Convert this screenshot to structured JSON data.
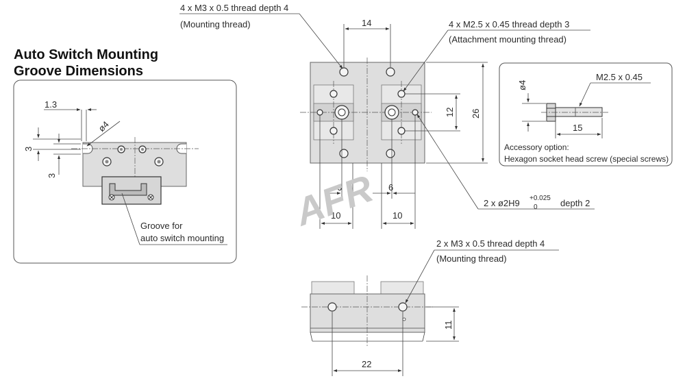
{
  "title": {
    "line1": "Auto Switch Mounting",
    "line2": "Groove Dimensions"
  },
  "groove_panel": {
    "dim_1_3": "1.3",
    "dim_d4": "ø4",
    "dim_3_upper": "3",
    "dim_3_lower": "3",
    "label_line1": "Groove for",
    "label_line2": "auto switch mounting"
  },
  "top_view": {
    "mounting_thread_line1": "4 x M3 x 0.5 thread depth 4",
    "mounting_thread_line2": "(Mounting thread)",
    "attach_thread_line1": "4 x M2.5 x 0.45 thread depth 3",
    "attach_thread_line2": "(Attachment mounting thread)",
    "dim_14": "14",
    "dim_12": "12",
    "dim_26": "26",
    "dim_6_left": "6",
    "dim_6_right": "6",
    "dim_10_left": "10",
    "dim_10_right": "10",
    "pin_hole_prefix": "2 x ø2H9",
    "pin_hole_tol_upper": "+0.025",
    "pin_hole_tol_lower": "0",
    "pin_hole_suffix": "depth 2"
  },
  "accessory": {
    "dim_d4": "ø4",
    "screw_label": "M2.5 x 0.45",
    "dim_15": "15",
    "caption_line1": "Accessory option:",
    "caption_line2": "Hexagon socket head screw (special screws)"
  },
  "side_view": {
    "thread_line1": "2 x M3 x 0.5 thread depth 4",
    "thread_line2": "(Mounting thread)",
    "dim_11": "11",
    "dim_22": "22"
  },
  "watermark": "AFR"
}
